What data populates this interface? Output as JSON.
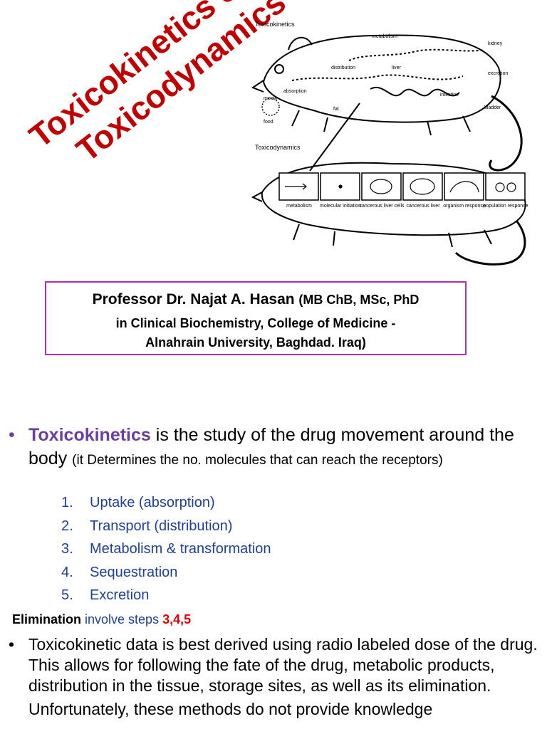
{
  "title": {
    "line1": "Toxicokinetics &",
    "line2": "Toxicodynamics"
  },
  "figure": {
    "kinetics_label": "Toxicokinetics",
    "dynamics_label": "Toxicodynamics",
    "upper_labels": [
      "metabolism",
      "kidney",
      "distribution",
      "liver",
      "absorption",
      "mouth",
      "fat",
      "excretion",
      "intestine",
      "bladder",
      "food"
    ],
    "lower_labels": [
      "metabolism",
      "molecular initiation",
      "cancerous liver cells",
      "cancerous liver",
      "organism response",
      "population response"
    ]
  },
  "author": {
    "name": "Professor Dr. Najat A. Hasan",
    "degrees": "(MB ChB, MSc, PhD",
    "line2": "in Clinical Biochemistry, College of Medicine -",
    "line3": "Alnahrain University, Baghdad. Iraq)"
  },
  "bullet1": {
    "symbol": "•",
    "term": "Toxicokinetics",
    "text": " is the study of the drug movement around the body ",
    "small": "(it Determines the no. molecules that can reach the receptors)"
  },
  "steps": [
    {
      "n": "1.",
      "label": "Uptake (absorption)"
    },
    {
      "n": "2.",
      "label": "Transport (distribution)"
    },
    {
      "n": "3.",
      "label": "Metabolism & transformation"
    },
    {
      "n": "4.",
      "label": "Sequestration"
    },
    {
      "n": "5.",
      "label": "Excretion"
    }
  ],
  "elimination": {
    "label": "Elimination",
    "text": "  involve steps ",
    "steps": "3,4,5"
  },
  "bullet2": {
    "symbol": "•",
    "p1": "Toxicokinetic data is best derived using radio labeled dose of the drug. This allows for following the fate of the drug, metabolic products, distribution in the tissue, storage sites, as well as its elimination.",
    "p2": "Unfortunately, these methods do not provide knowledge"
  }
}
